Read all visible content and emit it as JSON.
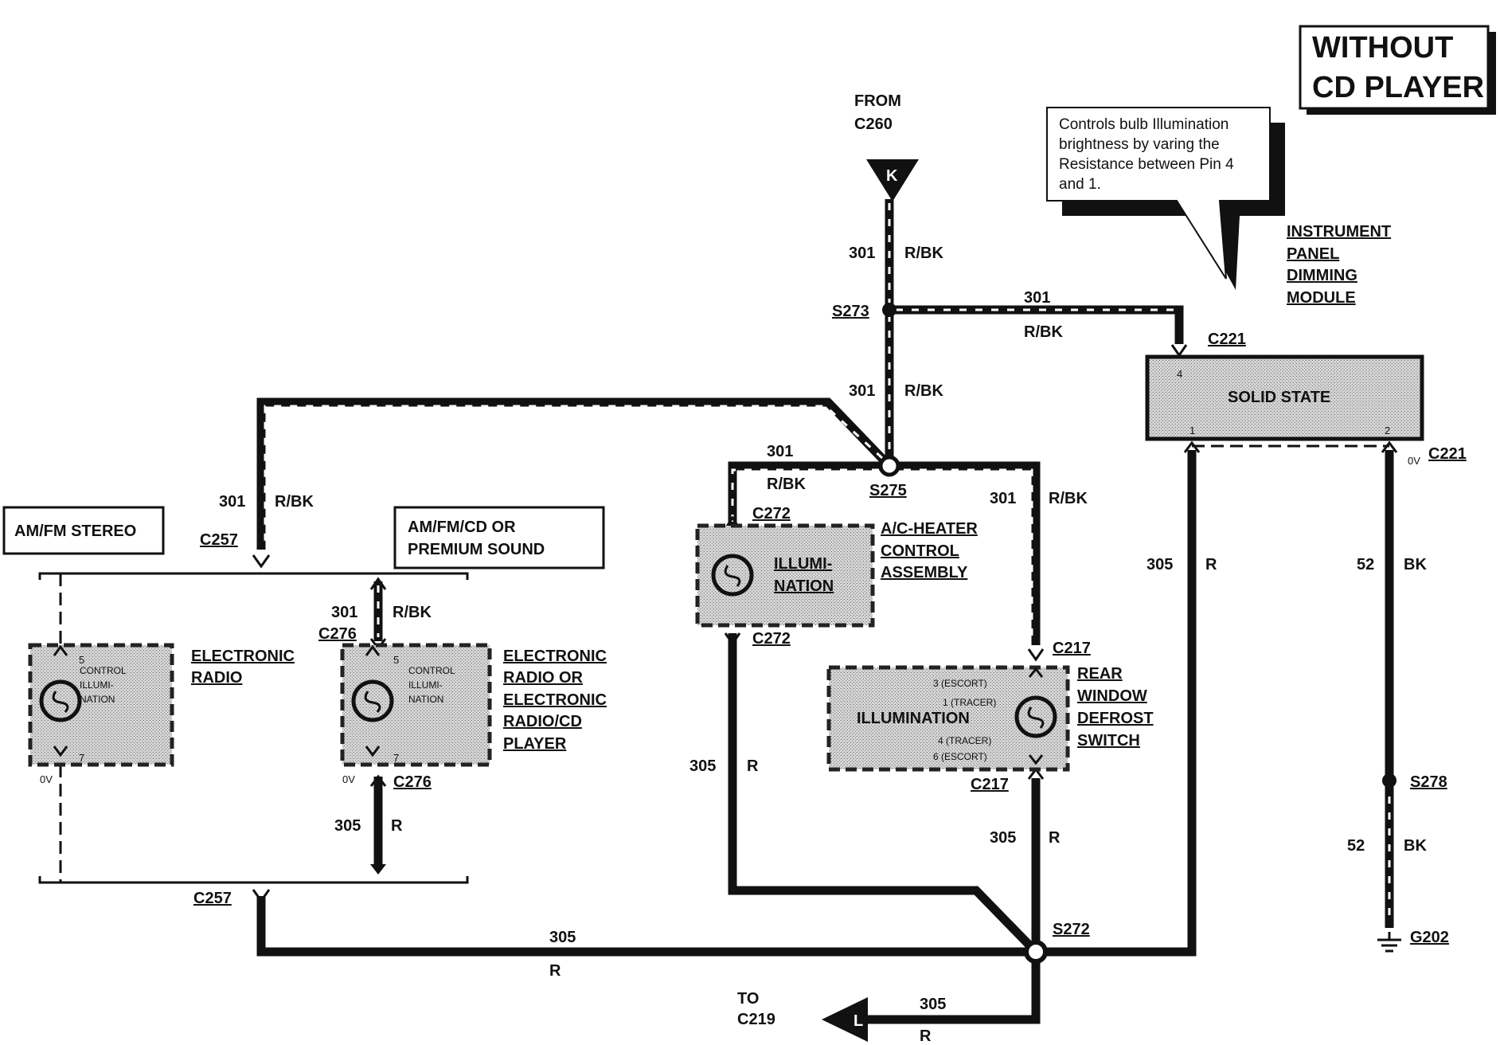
{
  "title": {
    "line1": "WITHOUT",
    "line2": "CD PLAYER"
  },
  "note": {
    "lines": [
      "Controls bulb Illumination",
      "brightness by varing the",
      "Resistance between Pin 4",
      "and 1."
    ]
  },
  "from_connector": {
    "line1": "FROM",
    "line2": "C260",
    "letter": "K"
  },
  "to_connector": {
    "line1": "TO",
    "line2": "C219",
    "letter": "L"
  },
  "dimming_module": {
    "name_lines": [
      "INSTRUMENT",
      "PANEL",
      "DIMMING",
      "MODULE"
    ],
    "label": "SOLID STATE",
    "pin4": "4",
    "pin1": "1",
    "pin2": "2",
    "connector_top": "C221",
    "connector_bottom": "C221",
    "voltage": "0V"
  },
  "splices": {
    "s273": "S273",
    "s275": "S275",
    "s272": "S272",
    "s278": "S278"
  },
  "ground": "G202",
  "wires": {
    "c301": "301",
    "rbk": "R/BK",
    "c305": "305",
    "r": "R",
    "c52": "52",
    "bk": "BK"
  },
  "am_fm_stereo": "AM/FM STEREO",
  "am_fm_cd": {
    "line1": "AM/FM/CD OR",
    "line2": "PREMIUM SOUND"
  },
  "electronic_radio": {
    "name_lines": [
      "ELECTRONIC",
      "RADIO"
    ],
    "inner_lines": [
      "CONTROL",
      "ILLUMI-",
      "NATION"
    ],
    "pin_top": "5",
    "pin_bottom": "7",
    "voltage": "0V"
  },
  "electronic_radio_cd": {
    "name_lines": [
      "ELECTRONIC",
      "RADIO OR",
      "ELECTRONIC",
      "RADIO/CD",
      "PLAYER"
    ],
    "inner_lines": [
      "CONTROL",
      "ILLUMI-",
      "NATION"
    ],
    "pin_top": "5",
    "pin_bottom": "7",
    "voltage": "0V"
  },
  "connectors": {
    "c257": "C257",
    "c276": "C276",
    "c272": "C272",
    "c217": "C217"
  },
  "ac_heater": {
    "name_lines": [
      "A/C-HEATER",
      "CONTROL",
      "ASSEMBLY"
    ],
    "inner_lines": [
      "ILLUMI-",
      "NATION"
    ]
  },
  "rear_defrost": {
    "name_lines": [
      "REAR",
      "WINDOW",
      "DEFROST",
      "SWITCH"
    ],
    "inner_label": "ILLUMINATION",
    "pin_lines": [
      "3 (ESCORT)",
      "1 (TRACER)",
      "4 (TRACER)",
      "6 (ESCORT)"
    ]
  }
}
